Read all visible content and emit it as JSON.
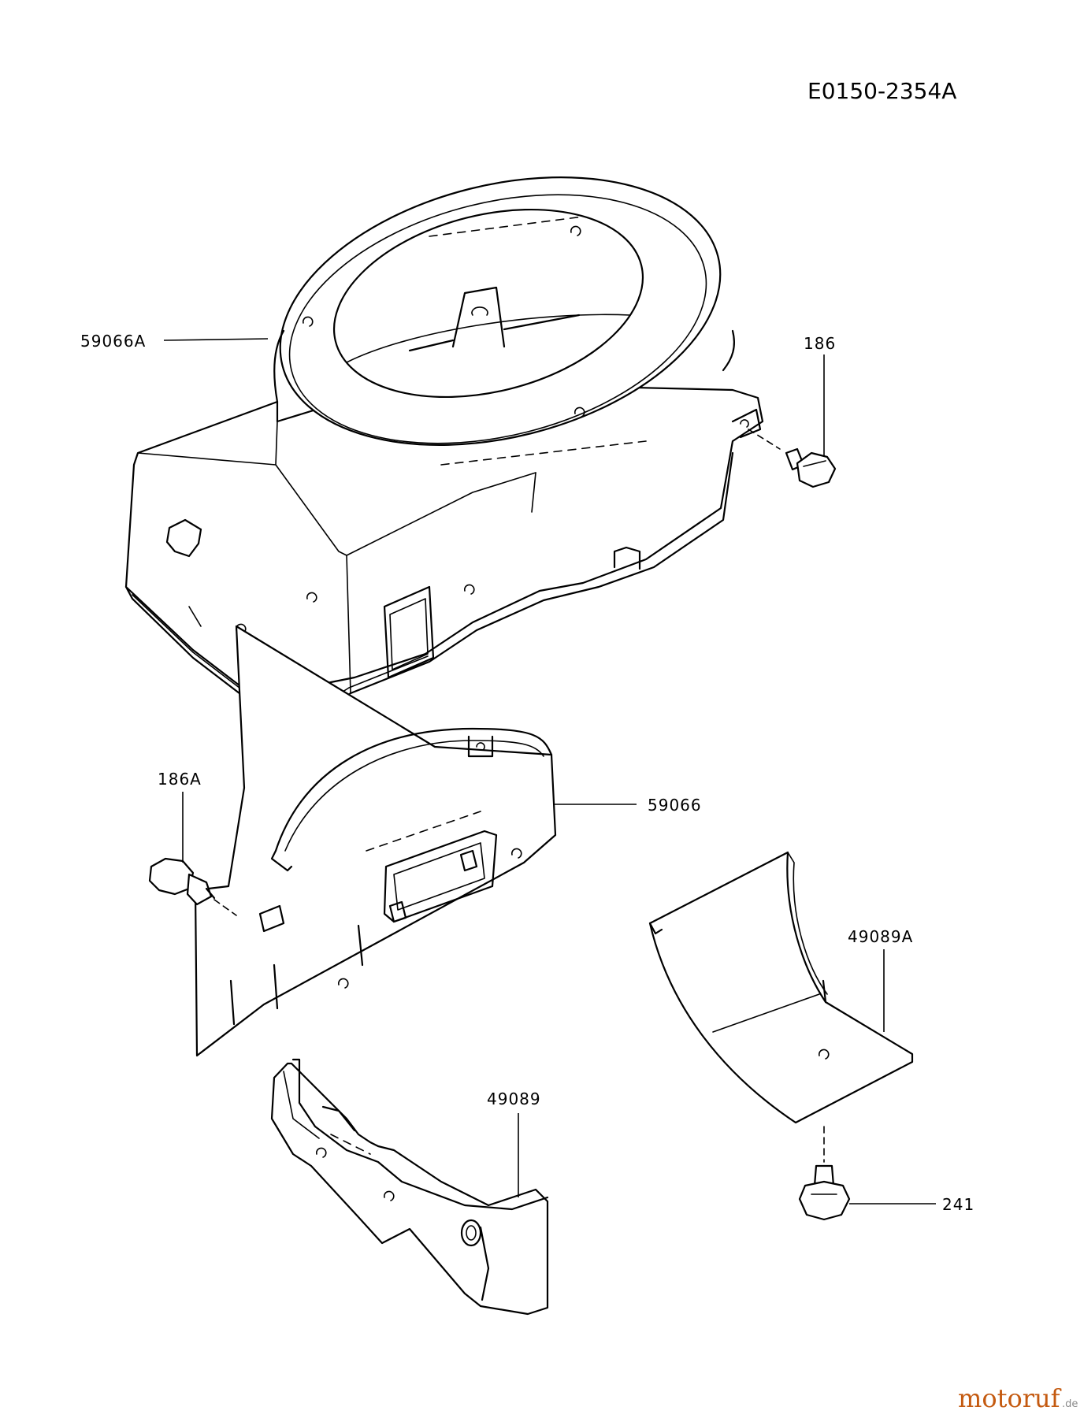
{
  "diagram_code": "E0150-2354A",
  "parts": [
    {
      "id": "p1",
      "label": "59066A"
    },
    {
      "id": "p2",
      "label": "186"
    },
    {
      "id": "p3",
      "label": "186A"
    },
    {
      "id": "p4",
      "label": "59066"
    },
    {
      "id": "p5",
      "label": "49089A"
    },
    {
      "id": "p6",
      "label": "49089"
    },
    {
      "id": "p7",
      "label": "241"
    }
  ],
  "watermark": {
    "brand": "motoruf",
    "suffix": ".de"
  }
}
